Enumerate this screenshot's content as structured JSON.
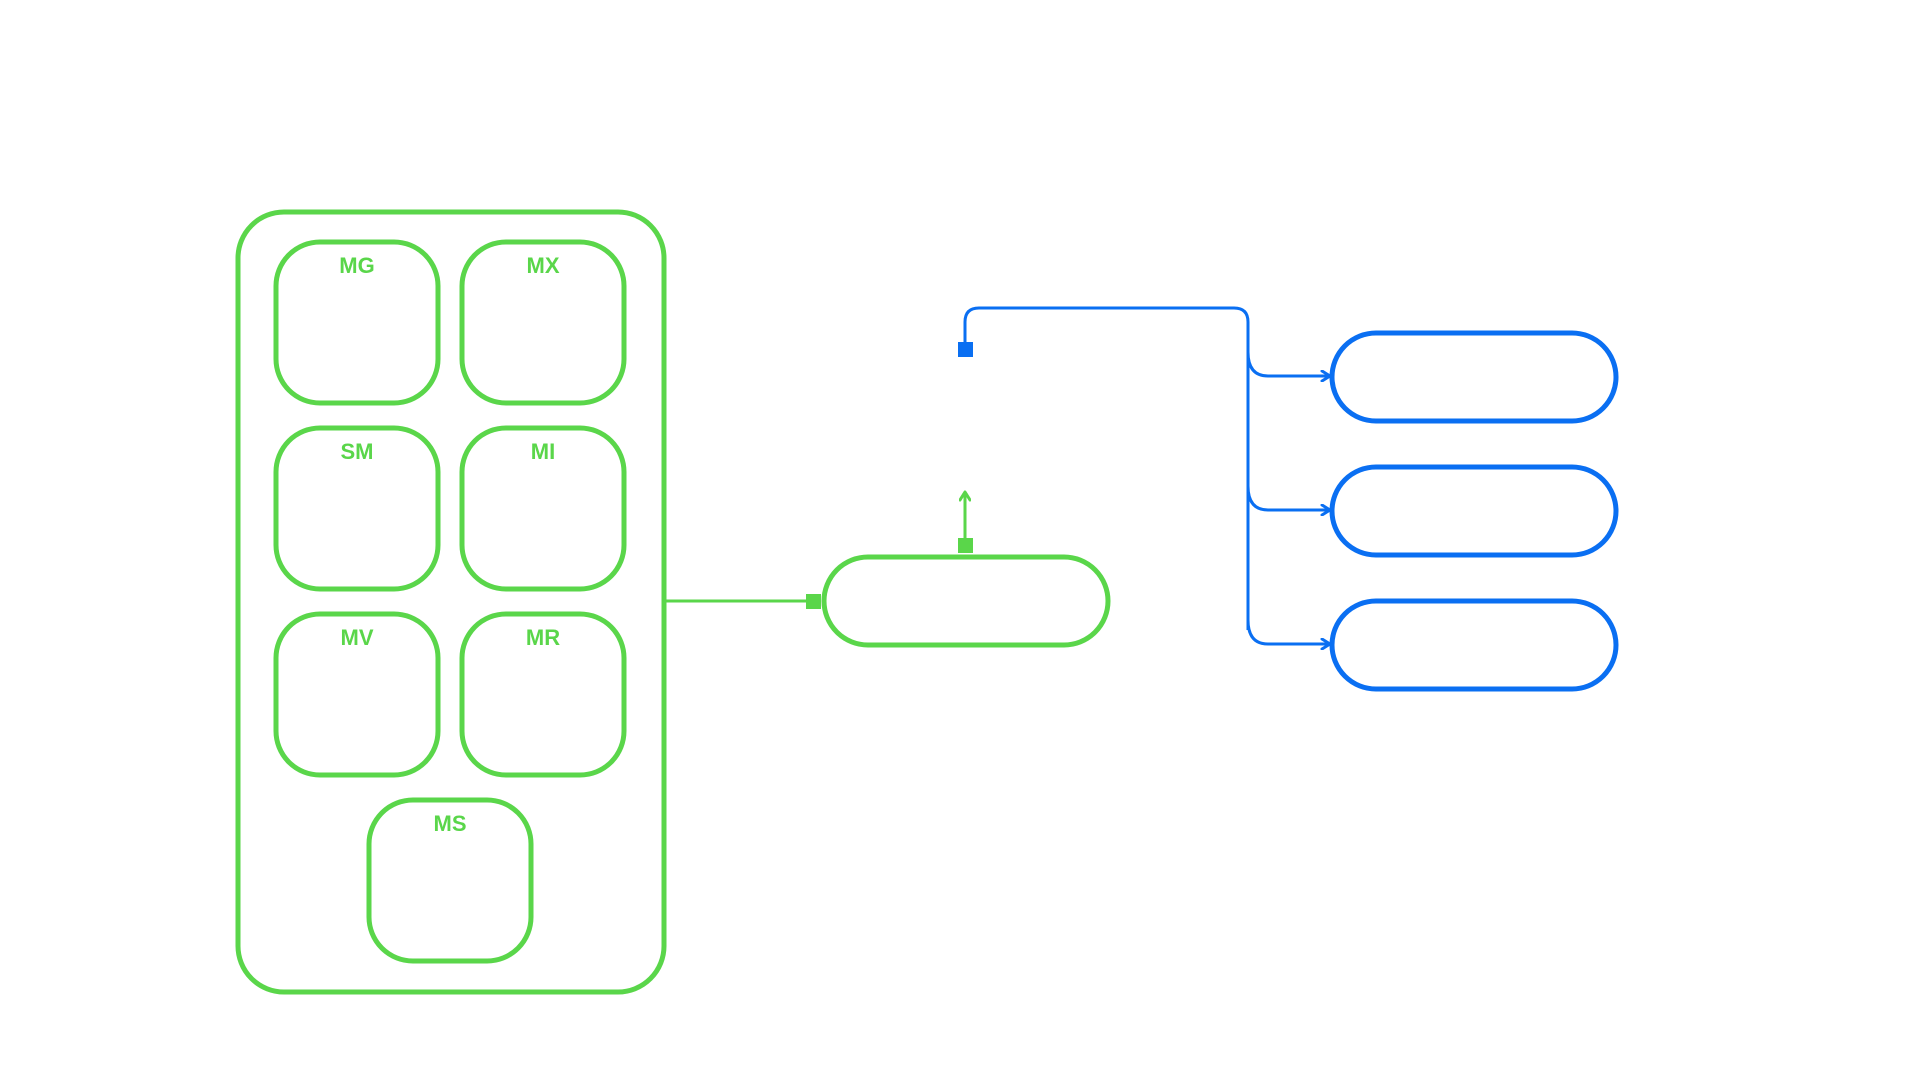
{
  "colors": {
    "green": "#5ad64a",
    "blue": "#0a6ff2",
    "background": "#ffffff"
  },
  "group": {
    "modules": [
      {
        "id": "mg",
        "label": "MG"
      },
      {
        "id": "mx",
        "label": "MX"
      },
      {
        "id": "sm",
        "label": "SM"
      },
      {
        "id": "mi",
        "label": "MI"
      },
      {
        "id": "mv",
        "label": "MV"
      },
      {
        "id": "mr",
        "label": "MR"
      },
      {
        "id": "ms",
        "label": "MS"
      }
    ]
  },
  "hub": {
    "label": ""
  },
  "targets": [
    {
      "id": "target-1",
      "label": ""
    },
    {
      "id": "target-2",
      "label": ""
    },
    {
      "id": "target-3",
      "label": ""
    }
  ]
}
